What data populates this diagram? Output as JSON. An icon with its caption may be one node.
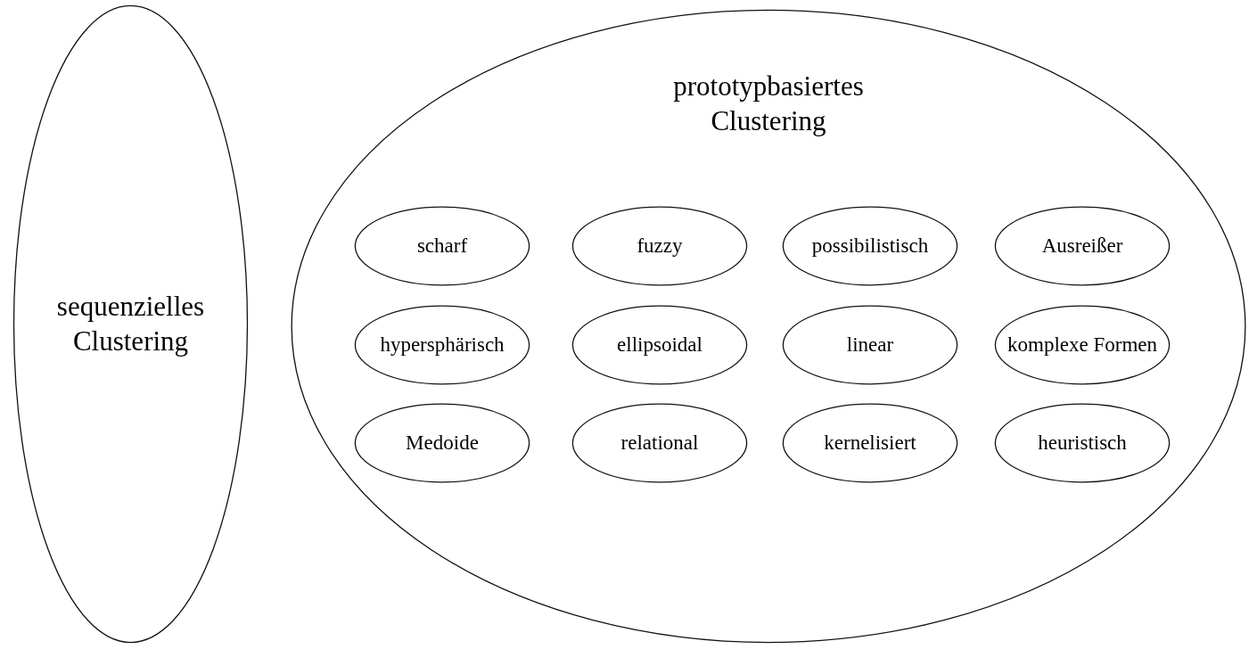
{
  "diagram": {
    "nodes": [
      {
        "text": [
          "sequenzielles Clustering"
        ]
      },
      {
        "text": [
          "prototypbasiertes Clustering"
        ]
      },
      {
        "text": [
          "scharf"
        ],
        "in": 1
      },
      {
        "text": [
          "fuzzy"
        ],
        "in": 1
      },
      {
        "text": [
          "possibilistisch"
        ],
        "in": 1
      },
      {
        "text": [
          "Ausreißer"
        ],
        "in": 1
      },
      {
        "text": [
          "hypersphärisch"
        ],
        "in": 1
      },
      {
        "text": [
          "ellipsoidal"
        ],
        "in": 1
      },
      {
        "text": [
          "linear"
        ],
        "in": 1
      },
      {
        "text": [
          "komplexe Formen"
        ],
        "in": 1
      },
      {
        "text": [
          "Medoide"
        ],
        "in": 1
      },
      {
        "text": [
          "relational"
        ],
        "in": 1
      },
      {
        "text": [
          "kernelisiert"
        ],
        "in": 1
      },
      {
        "text": [
          "heuristisch"
        ],
        "in": 1
      }
    ]
  }
}
